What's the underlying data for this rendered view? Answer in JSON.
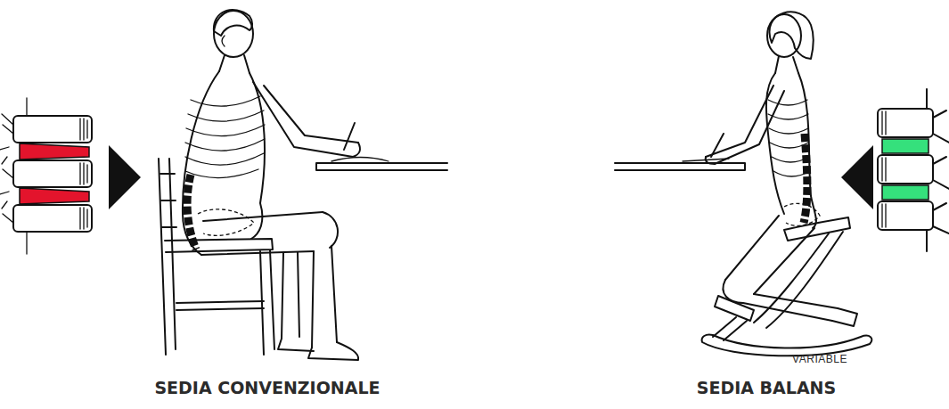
{
  "diagram": {
    "labels": [
      "VARIABLE",
      "SEDIA CONVENZIONALE",
      "SEDIA BALANS"
    ]
  }
}
